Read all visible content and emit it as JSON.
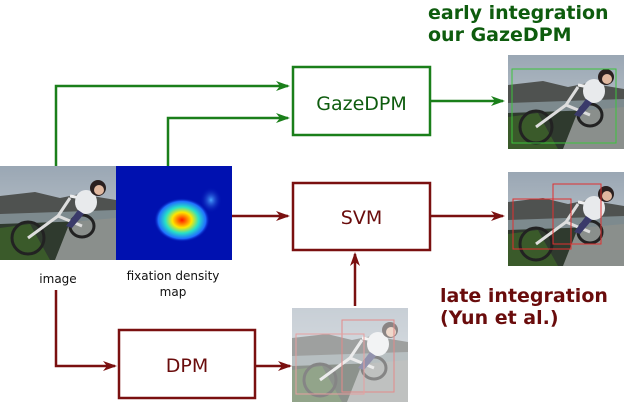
{
  "labels": {
    "early_title_line1": "early integration",
    "early_title_line2": "our GazeDPM",
    "late_title_line1": "late integration",
    "late_title_line2": "(Yun et al.)",
    "image_caption": "image",
    "fixation_caption_line1": "fixation density",
    "fixation_caption_line2": "map"
  },
  "boxes": {
    "gazedpm": "GazeDPM",
    "svm": "SVM",
    "dpm": "DPM"
  },
  "colors": {
    "green": "#1a7f1a",
    "green_text": "#0e5c0e",
    "dark_red": "#7a1010"
  }
}
